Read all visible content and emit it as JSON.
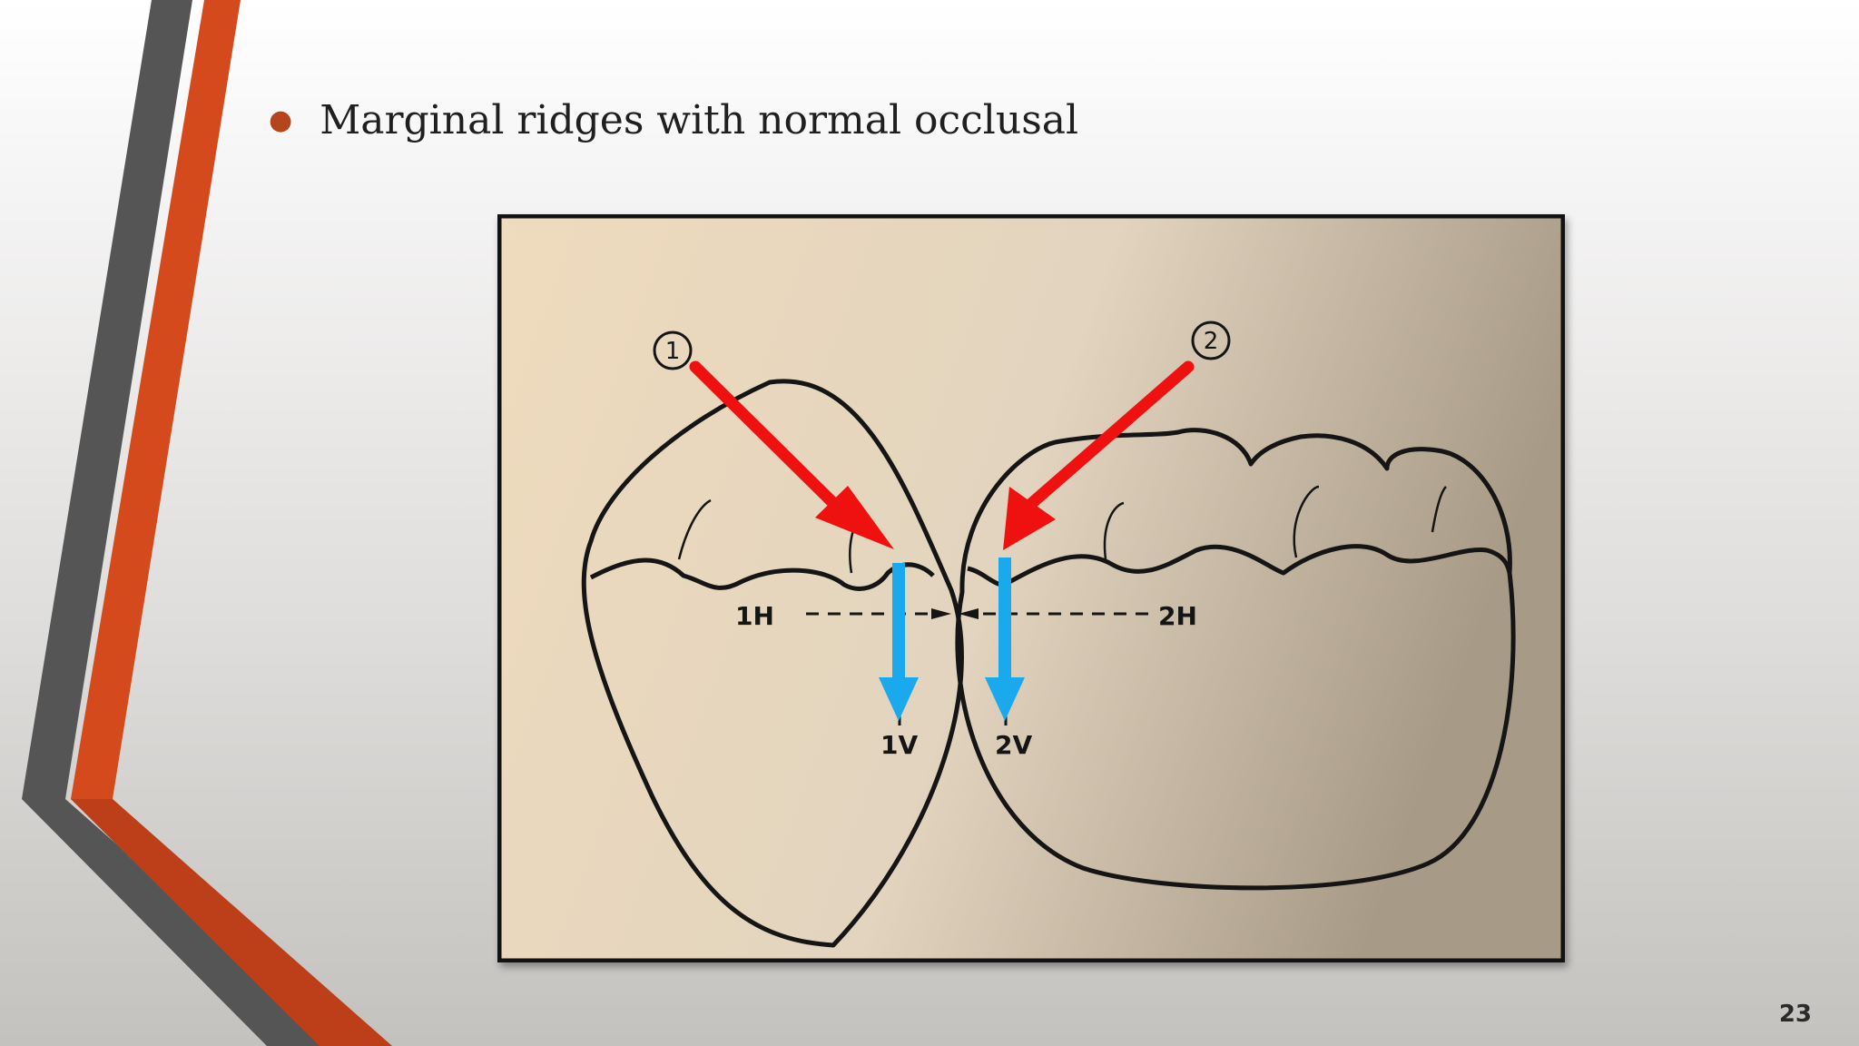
{
  "slide": {
    "title": "Marginal ridges with normal occlusal",
    "page_number": "23"
  },
  "figure": {
    "labels": {
      "marker_1": "1",
      "marker_2": "2",
      "horizontal_1": "1H",
      "horizontal_2": "2H",
      "vertical_1": "1V",
      "vertical_2": "2V"
    },
    "colors": {
      "red_arrow": "#ef1010",
      "blue_arrow": "#1ba9ee",
      "paper_light": "#efdbbd",
      "paper_dark": "#a79a86",
      "ink": "#151515"
    }
  },
  "theme": {
    "accent_orange": "#d54a1c",
    "accent_gray": "#555555"
  }
}
